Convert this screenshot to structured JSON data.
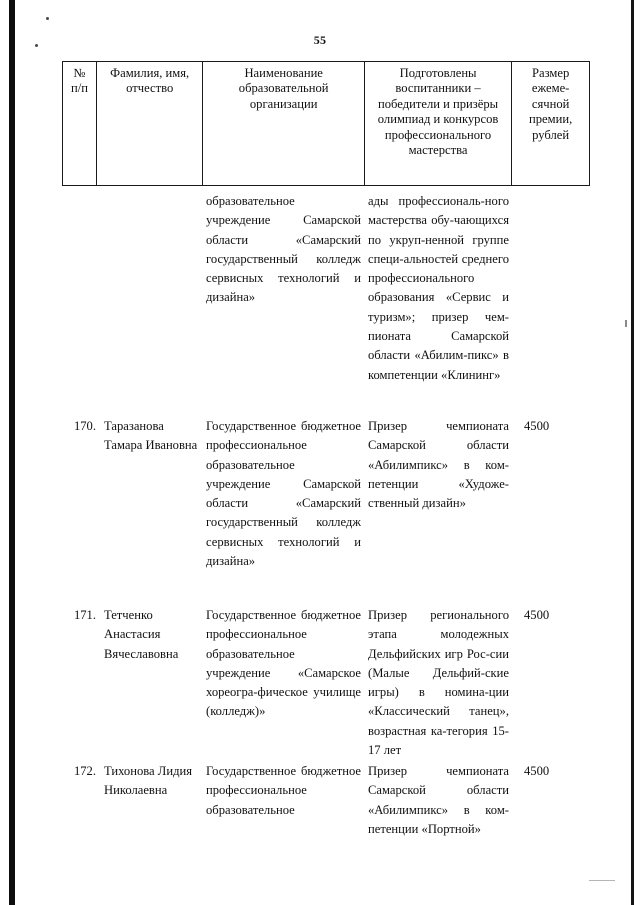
{
  "page": {
    "number": "55"
  },
  "table": {
    "headers": [
      "№\nп/п",
      "Фамилия, имя, отчество",
      "Наименование образовательной организации",
      "Подготовлены воспитанники – победители и призёры олимпиад и конкурсов профессионального мастерства",
      "Размер ежеме-сячной премии, рублей"
    ],
    "header_cells": {
      "num": "№\nп/п",
      "name": "Фамилия, имя, отчество",
      "organization": "Наименование образовательной организации",
      "awards": "Подготовлены воспитанники – победители и призёры олимпиад и конкурсов профессионального мастерства",
      "amount": "Размер ежеме-сячной премии, рублей"
    },
    "rows": [
      {
        "id": "continuation",
        "num": "",
        "name": "",
        "organization": "образовательное учреждение Самарской области «Самарский государственный колледж сервисных технологий и дизайна»",
        "awards": "ады профессиональ-ного мастерства обу-чающихся по укруп-ненной группе специ-альностей среднего профессионального образования «Сервис и туризм»; призер чем-пионата Самарской области «Абилим-пикс» в компетенции «Клининг»",
        "amount": ""
      },
      {
        "id": "170",
        "num": "170.",
        "name": "Таразанова Тамара Ивановна",
        "organization": "Государственное бюджетное профессиональное образовательное учреждение Самарской области «Самарский государственный колледж сервисных технологий и дизайна»",
        "awards": "Призер чемпионата Самарской области «Абилимпикс» в ком-петенции «Художе-ственный дизайн»",
        "amount": "4500"
      },
      {
        "id": "171",
        "num": "171.",
        "name": "Тетченко Анастасия Вячеславовна",
        "organization": "Государственное бюджетное профессиональное образовательное учреждение «Самарское хореогра-фическое училище (колледж)»",
        "awards": "Призер регионального этапа молодежных Дельфийских игр Рос-сии (Малые Дельфий-ские игры) в номина-ции «Классический танец», возрастная ка-тегория 15-17 лет",
        "amount": "4500"
      },
      {
        "id": "172",
        "num": "172.",
        "name": "Тихонова Лидия Николаевна",
        "organization": "Государственное бюджетное профессиональное образовательное",
        "awards": "Призер чемпионата Самарской области «Абилимпикс» в ком-петенции «Портной»",
        "amount": "4500"
      }
    ]
  }
}
